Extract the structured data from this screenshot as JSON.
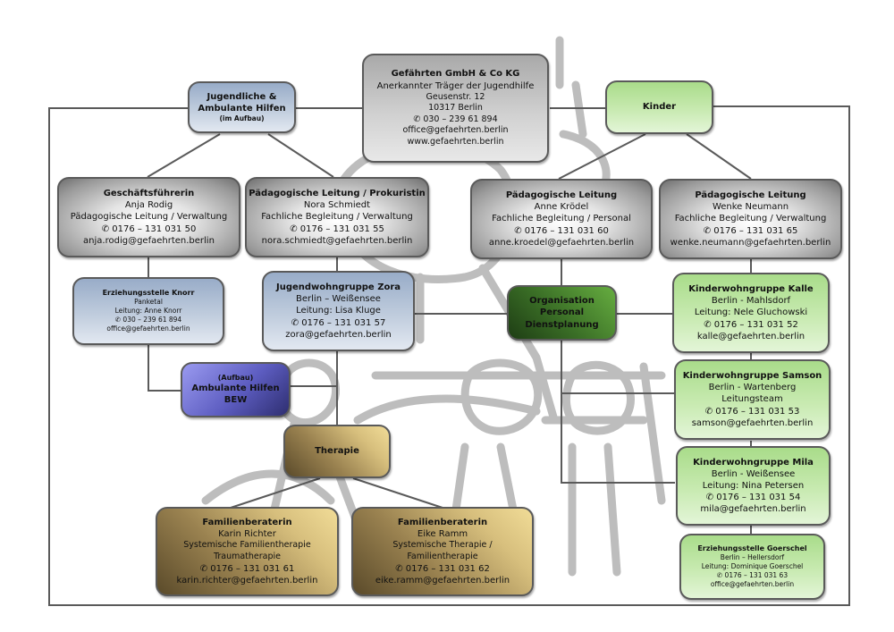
{
  "colors": {
    "grey": "#c0c0c0",
    "blue": "#c3cfdf",
    "violet": "#5c5cc0",
    "gold": "#d7bf7d",
    "green_light": "#c8eab1",
    "green_dark": "#3a6e26",
    "line": "#5a5a5a"
  },
  "root": {
    "title": "Gefährten GmbH & Co KG",
    "subtitle": "Anerkannter Träger der Jugendhilfe",
    "street": "Geusenstr. 12",
    "city": "10317 Berlin",
    "phone": "✆ 030 – 239 61 894",
    "email": "office@gefaehrten.berlin",
    "web": "www.gefaehrten.berlin"
  },
  "branches": {
    "youth": {
      "line1": "Jugendliche &",
      "line2": "Ambulante Hilfen",
      "note": "(im Aufbau)"
    },
    "children": {
      "label": "Kinder"
    }
  },
  "managers": [
    {
      "role": "Geschäftsführerin",
      "name": "Anja Rodig",
      "duty": "Pädagogische Leitung / Verwaltung",
      "phone": "✆ 0176 – 131 031 50",
      "email": "anja.rodig@gefaehrten.berlin"
    },
    {
      "role": "Pädagogische Leitung / Prokuristin",
      "name": "Nora Schmiedt",
      "duty": "Fachliche Begleitung / Verwaltung",
      "phone": "✆ 0176 – 131 031 55",
      "email": "nora.schmiedt@gefaehrten.berlin"
    },
    {
      "role": "Pädagogische Leitung",
      "name": "Anne Krödel",
      "duty": "Fachliche Begleitung / Personal",
      "phone": "✆ 0176 – 131 031 60",
      "email": "anne.kroedel@gefaehrten.berlin"
    },
    {
      "role": "Pädagogische Leitung",
      "name": "Wenke Neumann",
      "duty": "Fachliche Begleitung / Verwaltung",
      "phone": "✆ 0176 – 131 031 65",
      "email": "wenke.neumann@gefaehrten.berlin"
    }
  ],
  "knorr": {
    "title": "Erziehungsstelle Knorr",
    "place": "Panketal",
    "lead": "Leitung: Anne Knorr",
    "phone": "✆ 030 – 239 61 894",
    "email": "office@gefaehrten.berlin"
  },
  "zora": {
    "title": "Jugendwohngruppe Zora",
    "place": "Berlin – Weißensee",
    "lead": "Leitung: Lisa Kluge",
    "phone": "✆ 0176 – 131 031 57",
    "email": "zora@gefaehrten.berlin"
  },
  "orga": {
    "line1": "Organisation",
    "line2": "Personal",
    "line3": "Dienstplanung"
  },
  "bew": {
    "line1": "(Aufbau)",
    "line2": "Ambulante Hilfen",
    "line3": "BEW"
  },
  "therapie": {
    "label": "Therapie"
  },
  "therapists": [
    {
      "role": "Familienberaterin",
      "name": "Karin Richter",
      "duty1": "Systemische Familientherapie",
      "duty2": "Traumatherapie",
      "phone": "✆ 0176 – 131 031 61",
      "email": "karin.richter@gefaehrten.berlin"
    },
    {
      "role": "Familienberaterin",
      "name": "Eike Ramm",
      "duty1": "Systemische Therapie /",
      "duty2": "Familientherapie",
      "phone": "✆ 0176 – 131 031 62",
      "email": "eike.ramm@gefaehrten.berlin"
    }
  ],
  "groups": [
    {
      "title": "Kinderwohngruppe Kalle",
      "place": "Berlin - Mahlsdorf",
      "lead": "Leitung: Nele Gluchowski",
      "phone": "✆ 0176 – 131 031 52",
      "email": "kalle@gefaehrten.berlin"
    },
    {
      "title": "Kinderwohngruppe Samson",
      "place": "Berlin - Wartenberg",
      "lead": "Leitungsteam",
      "phone": "✆ 0176 – 131 031 53",
      "email": "samson@gefaehrten.berlin"
    },
    {
      "title": "Kinderwohngruppe Mila",
      "place": "Berlin - Weißensee",
      "lead": "Leitung: Nina Petersen",
      "phone": "✆ 0176 – 131 031 54",
      "email": "mila@gefaehrten.berlin"
    }
  ],
  "goerschel": {
    "title": "Erziehungsstelle Goerschel",
    "place": "Berlin – Hellersdorf",
    "lead": "Leitung: Dominique Goerschel",
    "phone": "✆ 0176 – 131 031 63",
    "email": "office@gefaehrten.berlin"
  }
}
